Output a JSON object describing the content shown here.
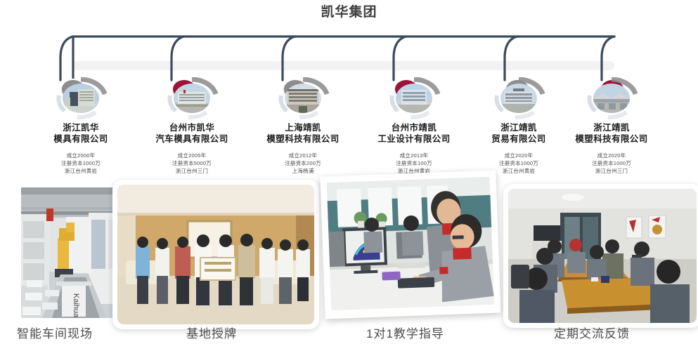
{
  "title": "凯华集团",
  "colors": {
    "gray_node": "#8c8c8c",
    "red_node": "#9c1238",
    "arc_line": "#3c4a5a",
    "track": "#f2f2f2",
    "name_text": "#1d1d1d",
    "caption_text": "#4c4c4c"
  },
  "timeline": {
    "nodes": [
      {
        "number": "1",
        "color": "gray"
      },
      {
        "number": "2",
        "color": "red"
      },
      {
        "number": "3",
        "color": "gray"
      },
      {
        "number": "4",
        "color": "red"
      },
      {
        "number": "5",
        "color": "gray"
      },
      {
        "number": "6",
        "color": "red"
      }
    ]
  },
  "companies": [
    {
      "index": "1",
      "name_line1": "浙江凯华",
      "name_line2": "模具有限公司",
      "founded": "成立2000年",
      "capital": "注册资本1000万",
      "location": "浙江台州黄岩",
      "thumb": "office-building-photo"
    },
    {
      "index": "2",
      "name_line1": "台州市凯华",
      "name_line2": "汽车模具有限公司",
      "founded": "成立2005年",
      "capital": "注册资本5000万",
      "location": "浙江台州三门",
      "thumb": "factory-building-photo"
    },
    {
      "index": "3",
      "name_line1": "上海靖凯",
      "name_line2": "模塑科技有限公司",
      "founded": "成立2012年",
      "capital": "注册资本200万",
      "location": "上海杨浦",
      "thumb": "industrial-building-photo"
    },
    {
      "index": "4",
      "name_line1": "台州市靖凯",
      "name_line2": "工业设计有限公司",
      "founded": "成立2013年",
      "capital": "注册资本100万",
      "location": "浙江台州黄岩",
      "thumb": "design-building-photo"
    },
    {
      "index": "5",
      "name_line1": "浙江靖凯",
      "name_line2": "贸易有限公司",
      "founded": "成立2020年",
      "capital": "注册资本1000万",
      "location": "浙江台州黄岩",
      "thumb": "trade-building-photo"
    },
    {
      "index": "6",
      "name_line1": "浙江靖凯",
      "name_line2": "模塑科技有限公司",
      "founded": "成立2020年",
      "capital": "注册资本1000万",
      "location": "浙江台州三门",
      "thumb": "plant-building-photo"
    }
  ],
  "photos": [
    {
      "caption": "智能车间现场",
      "alt": "smart-workshop-robot-line",
      "watermark": "Kaihua"
    },
    {
      "caption": "基地授牌",
      "alt": "base-plaque-award-group-photo",
      "watermark": ""
    },
    {
      "caption": "1对1教学指导",
      "alt": "one-on-one-cad-training",
      "watermark": ""
    },
    {
      "caption": "定期交流反馈",
      "alt": "regular-meeting-feedback",
      "watermark": ""
    }
  ]
}
